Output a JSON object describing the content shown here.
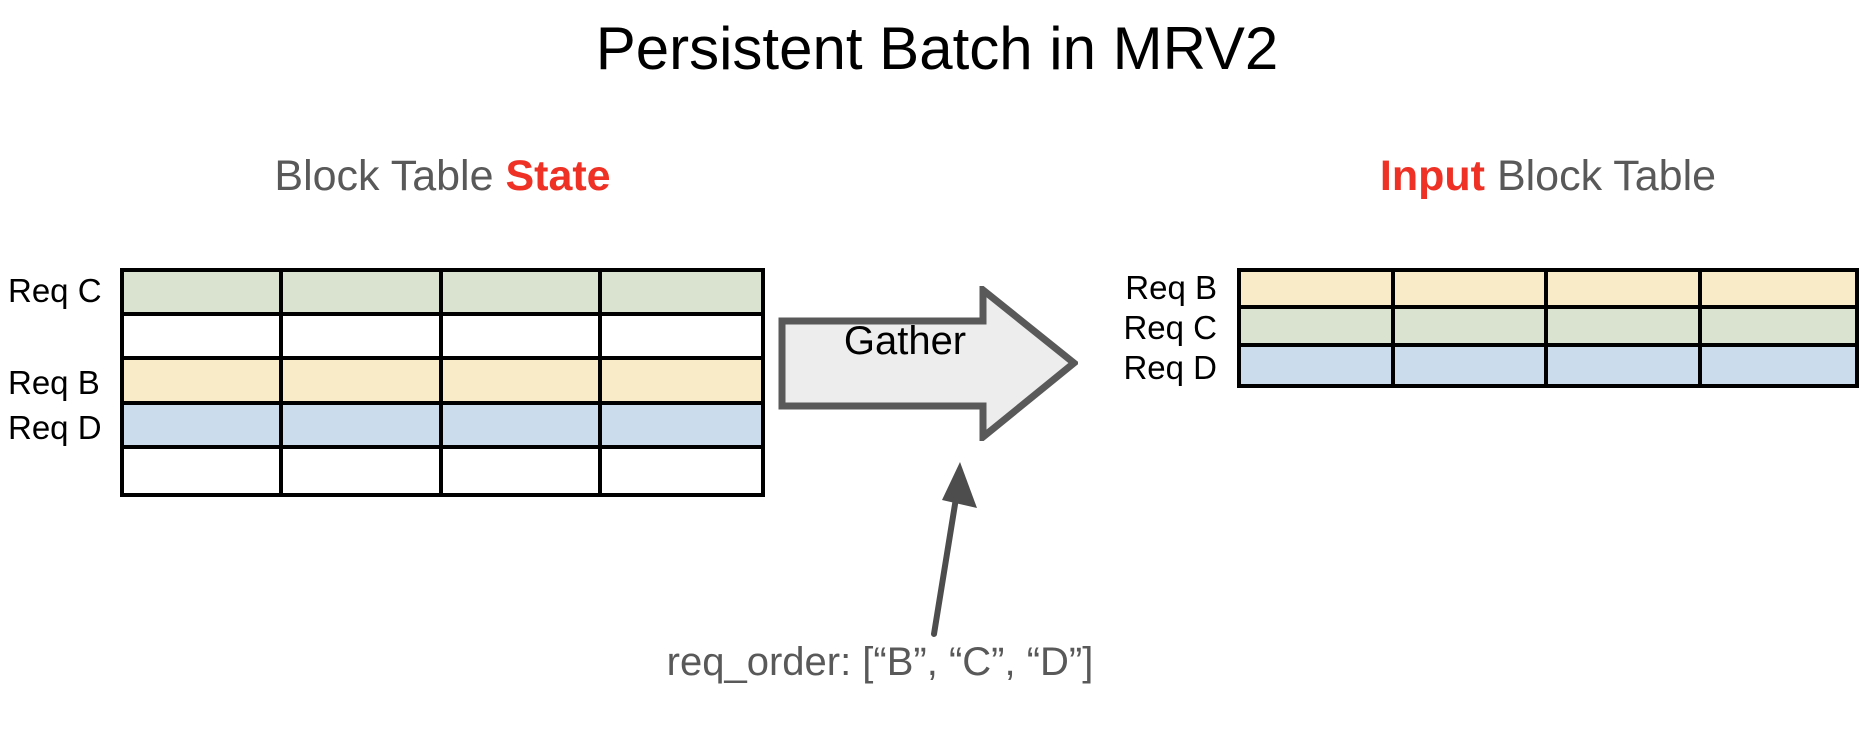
{
  "page": {
    "title": "Persistent Batch in MRV2",
    "background_color": "#FFFFFF"
  },
  "colors": {
    "accent_red": "#EE3124",
    "heading_gray": "#595959",
    "text_black": "#000000",
    "cell_green": "#D9E3D0",
    "cell_yellow": "#FAEBC8",
    "cell_blue": "#CBDCEC",
    "cell_empty": "#FFFFFF",
    "grid_line": "#000000",
    "arrow_fill": "#EDEDED",
    "arrow_stroke": "#595959",
    "callout_arrow": "#4D4D4D"
  },
  "left_panel": {
    "heading": {
      "prefix": "Block Table ",
      "accent": "State"
    },
    "table": {
      "columns": 4,
      "rows": [
        {
          "label": "Req C",
          "fill": "green",
          "color": "#D9E3D0"
        },
        {
          "label": "",
          "fill": "empty",
          "color": "#FFFFFF"
        },
        {
          "label": "Req B",
          "fill": "yellow",
          "color": "#FAEBC8"
        },
        {
          "label": "Req D",
          "fill": "blue",
          "color": "#CBDCEC"
        },
        {
          "label": "",
          "fill": "empty",
          "color": "#FFFFFF"
        }
      ]
    }
  },
  "right_panel": {
    "heading": {
      "accent": "Input",
      "suffix": " Block Table"
    },
    "table": {
      "columns": 4,
      "rows": [
        {
          "label": "Req B",
          "fill": "yellow",
          "color": "#FAEBC8"
        },
        {
          "label": "Req C",
          "fill": "green",
          "color": "#D9E3D0"
        },
        {
          "label": "Req D",
          "fill": "blue",
          "color": "#CBDCEC"
        }
      ]
    }
  },
  "operation": {
    "arrow_label": "Gather",
    "direction": "left-to-right"
  },
  "callout": {
    "text": "req_order: [“B”, “C”, “D”]",
    "req_order": [
      "B",
      "C",
      "D"
    ]
  }
}
